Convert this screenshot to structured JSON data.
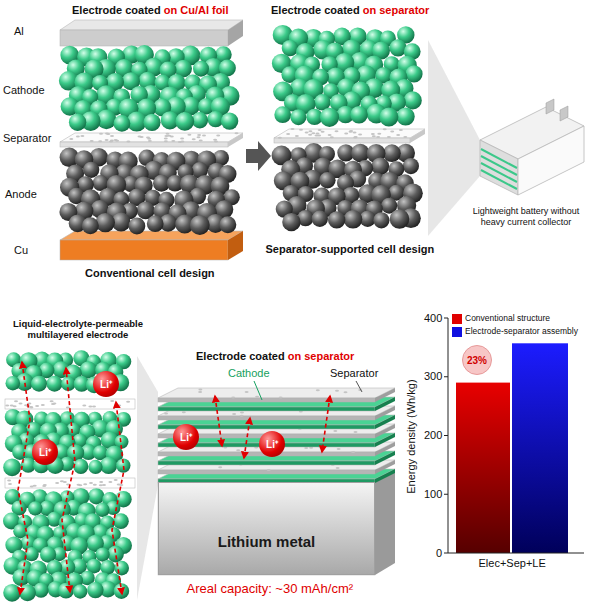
{
  "diagram": {
    "nodes": [
      {
        "text": [
          "Li⁺"
        ]
      },
      {
        "text": [
          "Li⁺"
        ]
      },
      {
        "text": [
          "Li⁺"
        ]
      },
      {
        "text": [
          "Li⁺"
        ]
      },
      {
        "text": [
          "Lithium metal"
        ]
      },
      {
        "text": [
          "23%"
        ]
      }
    ],
    "labels": [
      "Electrode coated",
      "on Cu/Al foil",
      "Al",
      "Cathode",
      "Separator",
      "Anode",
      "Cu",
      "Conventional cell design",
      "Electrode coated",
      "on separator",
      "Separator-supported cell design",
      "Lightweight battery without heavy current collector",
      "Liquid-electrolyte-permeable multilayered electrode",
      "Electrode coated",
      "on separator",
      "Cathode",
      "Separator",
      "Areal capacity: ~30 mAh/cm²",
      "Energy density (Wh/kg)",
      "400",
      "300",
      "200",
      "100",
      "0",
      "Elec+Sep+LE"
    ],
    "legend": [
      {
        "text": "Conventional structure",
        "color": "#e00000"
      },
      {
        "text": "Electrode-separator assembly",
        "color": "#1010e0"
      }
    ]
  }
}
